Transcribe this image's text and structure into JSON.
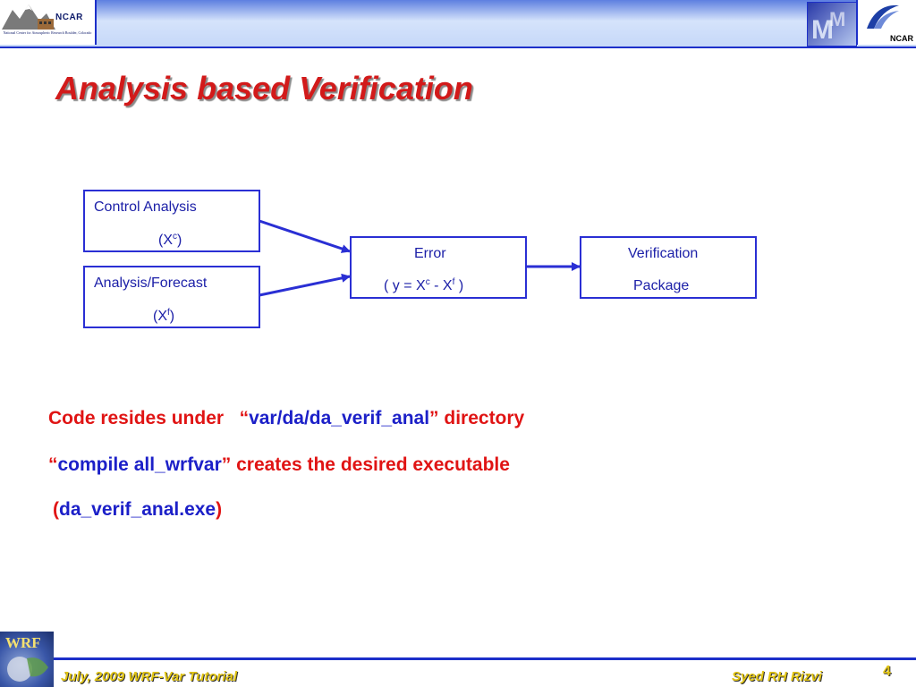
{
  "header": {
    "left_logo_label": "NCAR",
    "left_logo_tagline": "National Center for Atmospheric Research Boulder, Colorado",
    "right_logo_label": "NCAR",
    "mm_logo_icon": "mm5-logo-icon"
  },
  "title": "Analysis based Verification",
  "diagram": {
    "control": {
      "line1": "Control Analysis",
      "sym": "(X",
      "sup": "c",
      "close": ")"
    },
    "forecast": {
      "line1": "Analysis/Forecast",
      "sym": "(X",
      "sup": "f",
      "close": ")"
    },
    "error": {
      "line1": "Error",
      "prefix": "( y = X",
      "sup1": "c",
      "mid": "- X",
      "sup2": "f",
      "suffix": ")"
    },
    "package": {
      "line1": "Verification",
      "line2": "Package"
    },
    "colors": {
      "box_border": "#2a2fd4",
      "arrow": "#2a2fd4",
      "text": "#1c20a8"
    }
  },
  "body": {
    "line1": {
      "lead": "Code resides under",
      "quote_open": "“",
      "path": "var/da/da_verif_anal",
      "quote_close": "”",
      "tail": "directory"
    },
    "line2": {
      "quote_open": "“",
      "command": "compile all_wrfvar",
      "quote_close": "”",
      "tail": "creates the desired executable"
    },
    "line3": {
      "paren_open": "(",
      "exe": "da_verif_anal.exe",
      "paren_close": ")"
    }
  },
  "footer": {
    "left": "July, 2009 WRF-Var Tutorial",
    "right": "Syed RH Rizvi",
    "page": "4",
    "logo_label": "WRF"
  },
  "colors": {
    "title_red": "#d21a1a",
    "body_red": "#e01414",
    "body_blue": "#1c20c8",
    "footer_yellow": "#e2c515",
    "header_blue": "#1c2fc9"
  }
}
